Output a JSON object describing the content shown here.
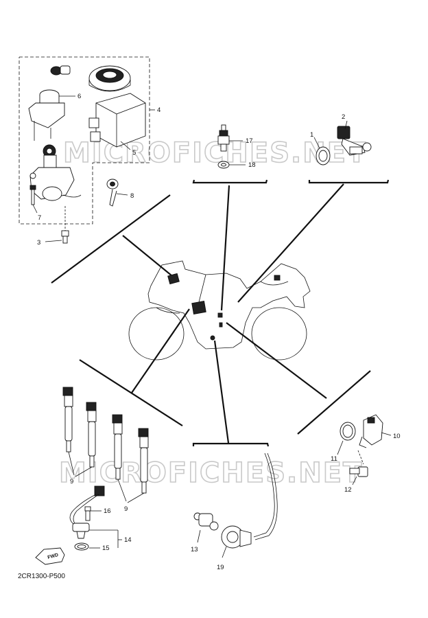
{
  "diagram": {
    "drawing_code": "2CR1300-P500",
    "watermark": "MICROFICHES.NET",
    "fwd_label": "FWD"
  },
  "callouts": {
    "c1": "1",
    "c2": "2",
    "c3": "3",
    "c4": "4",
    "c5": "5",
    "c6": "6",
    "c7": "7",
    "c8": "8",
    "c9a": "9",
    "c9b": "9",
    "c10": "10",
    "c11": "11",
    "c12": "12",
    "c13": "13",
    "c14": "14",
    "c15": "15",
    "c16": "16",
    "c17": "17",
    "c18": "18",
    "c19": "19"
  }
}
